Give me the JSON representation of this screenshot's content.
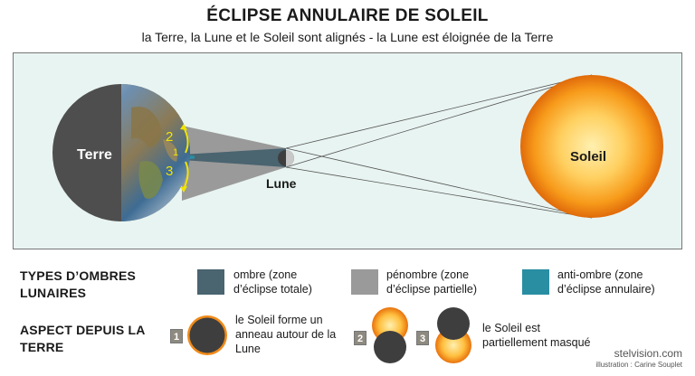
{
  "title": "ÉCLIPSE ANNULAIRE DE SOLEIL",
  "subtitle": "la Terre, la Lune et le Soleil sont alignés - la Lune est éloignée de la Terre",
  "scene": {
    "earth_label": "Terre",
    "moon_label": "Lune",
    "sun_label": "Soleil",
    "zone_numbers": [
      "2",
      "1",
      "3"
    ]
  },
  "legend": {
    "heading": "TYPES D’OMBRES LUNAIRES",
    "items": [
      {
        "color": "#4a6470",
        "label": "ombre (zone d’éclipse totale)"
      },
      {
        "color": "#9a9a9a",
        "label": "pénombre (zone d’éclipse partielle)"
      },
      {
        "color": "#2a8ea3",
        "label": "anti-ombre (zone d’éclipse annulaire)"
      }
    ]
  },
  "aspect": {
    "heading": "ASPECT DEPUIS LA TERRE",
    "badges": [
      "1",
      "2",
      "3"
    ],
    "annular_text": "le Soleil forme un anneau autour de la Lune",
    "partial_text": "le Soleil est partiellement masqué"
  },
  "credit": {
    "site": "stelvision.com",
    "author": "illustration : Carine Souplet"
  },
  "colors": {
    "sun": "#f79a1a",
    "sun_core": "#ffe9a0",
    "moon": "#3e3e3e",
    "earth_night": "#4e4e4e",
    "arrow": "#f1e400"
  }
}
